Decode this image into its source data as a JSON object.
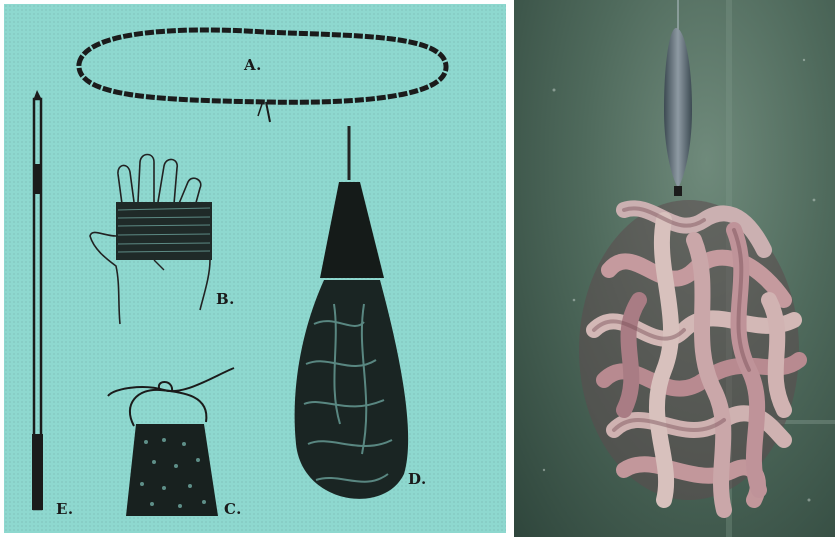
{
  "figure": {
    "labels": {
      "a": "A.",
      "b": "B.",
      "c": "C.",
      "d": "D.",
      "e": "E."
    }
  },
  "colors": {
    "left_panel_bg": "#8ed8cf",
    "ink": "#1a1a1a",
    "water": "#4f6a5c",
    "worm": "#c9a3a3"
  }
}
